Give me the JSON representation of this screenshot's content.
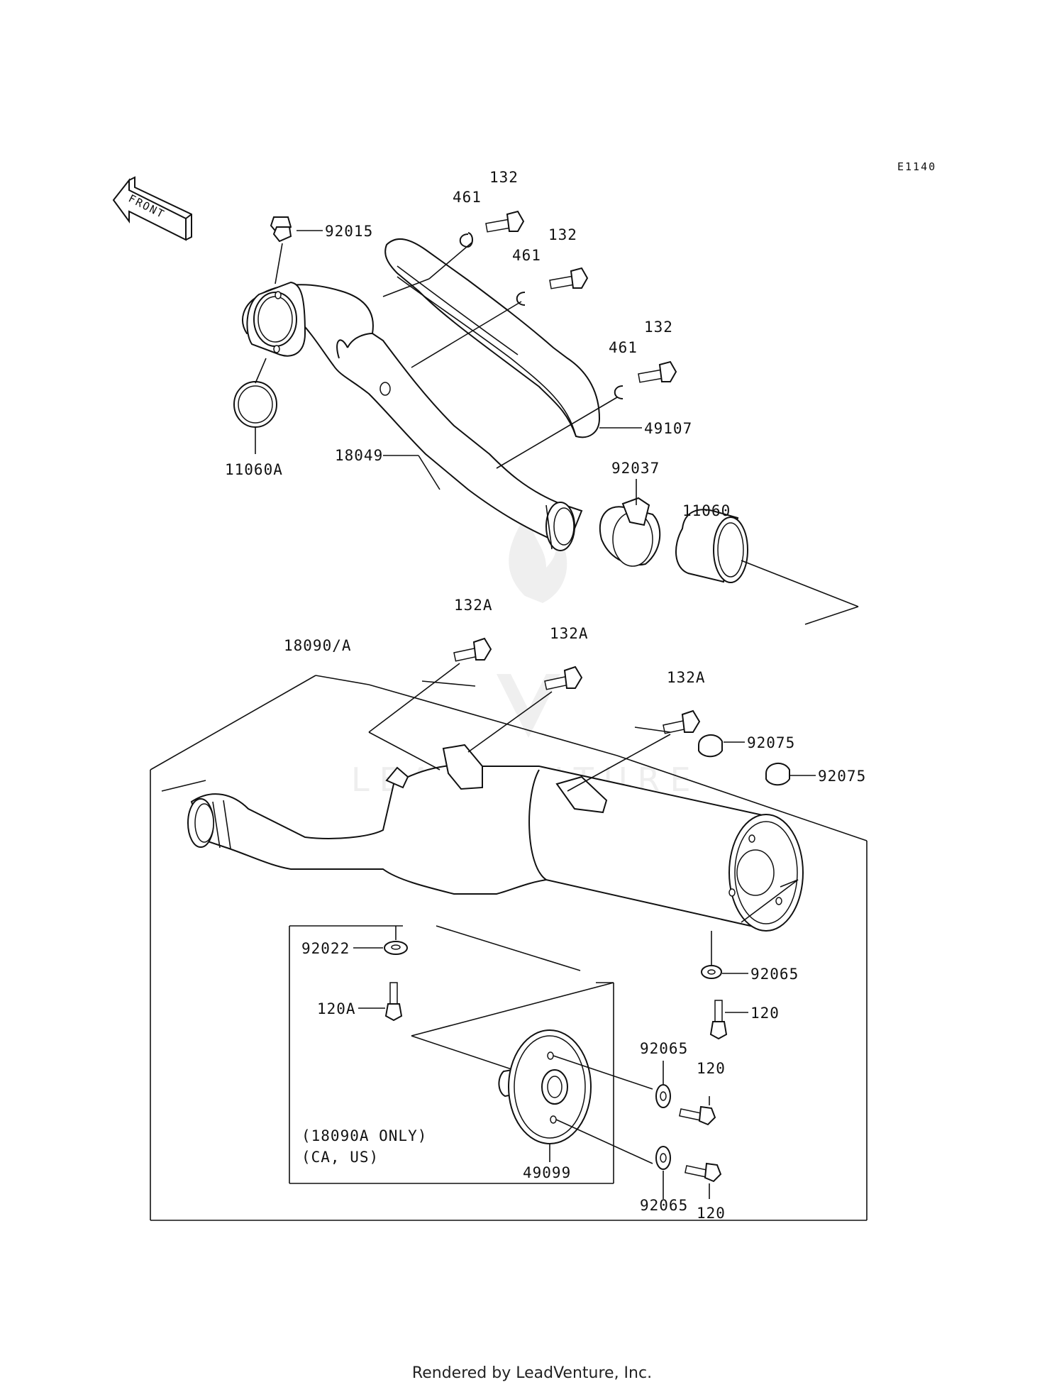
{
  "diagram": {
    "code": "E1140",
    "front_label": "FRONT",
    "watermark": "LEADVENTURE",
    "footer": "Rendered by LeadVenture, Inc.",
    "note_line1": "(18090A ONLY)",
    "note_line2": "(CA, US)",
    "parts": [
      {
        "id": "92015"
      },
      {
        "id": "461"
      },
      {
        "id": "132"
      },
      {
        "id": "461"
      },
      {
        "id": "132"
      },
      {
        "id": "461"
      },
      {
        "id": "132"
      },
      {
        "id": "49107"
      },
      {
        "id": "18049"
      },
      {
        "id": "11060A"
      },
      {
        "id": "92037"
      },
      {
        "id": "11060"
      },
      {
        "id": "132A"
      },
      {
        "id": "132A"
      },
      {
        "id": "132A"
      },
      {
        "id": "18090/A"
      },
      {
        "id": "92075"
      },
      {
        "id": "92075"
      },
      {
        "id": "92022"
      },
      {
        "id": "120A"
      },
      {
        "id": "92065"
      },
      {
        "id": "120"
      },
      {
        "id": "92065"
      },
      {
        "id": "120"
      },
      {
        "id": "92065"
      },
      {
        "id": "120"
      },
      {
        "id": "49099"
      }
    ]
  }
}
